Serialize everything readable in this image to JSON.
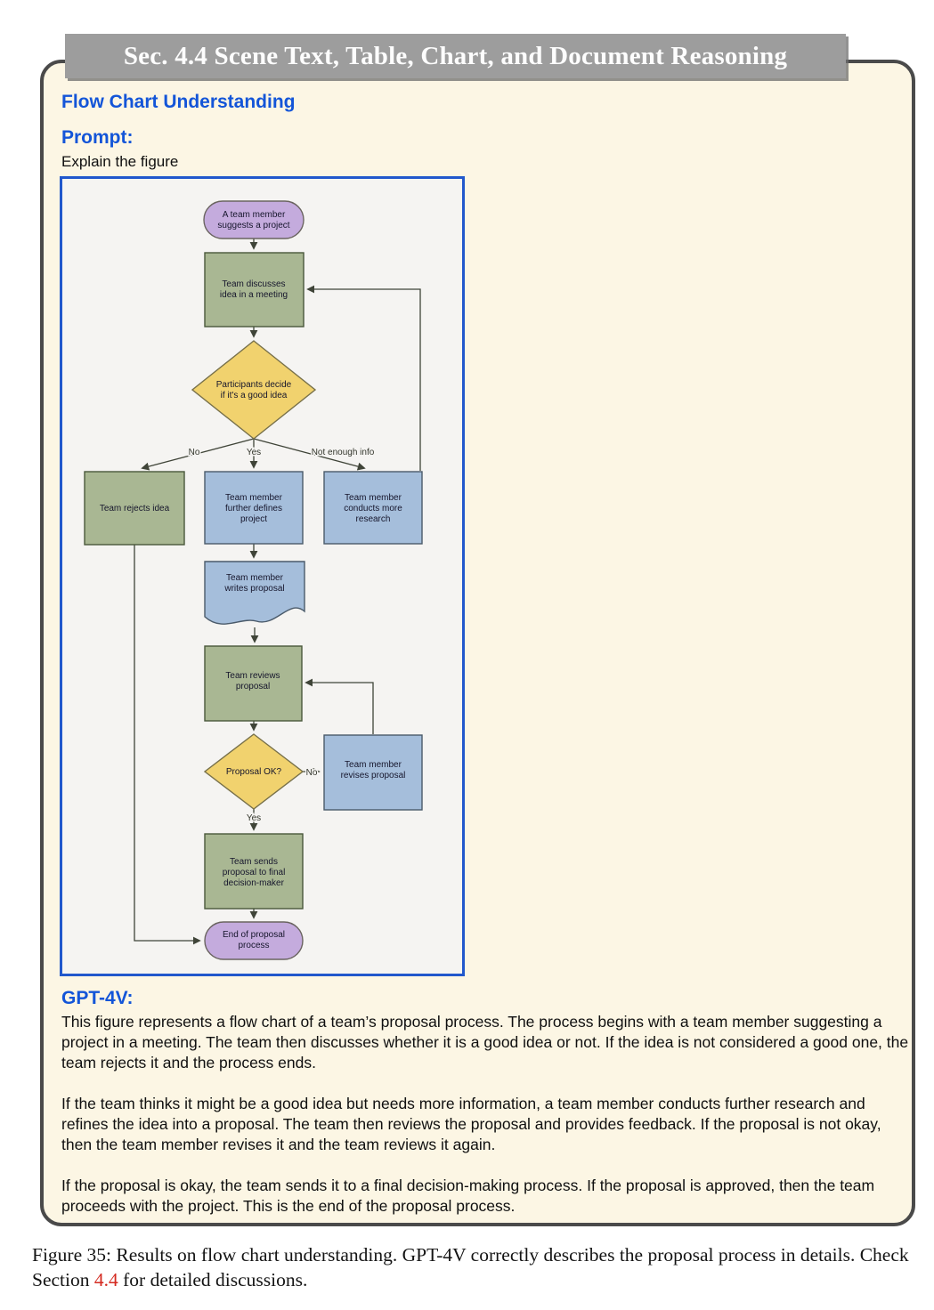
{
  "banner": {
    "title": "Sec. 4.4 Scene Text, Table, Chart, and Document Reasoning"
  },
  "panel": {
    "section_title": "Flow Chart Understanding",
    "prompt_label": "Prompt:",
    "prompt_text": "Explain the figure",
    "response_label": "GPT-4V:",
    "response_paragraphs": [
      "This figure represents a flow chart of a team’s proposal process. The process begins with a team member suggesting a project in a meeting. The team then discusses whether it is a good idea or not. If the idea is not considered a good one, the team rejects it and the process ends.",
      "If the team thinks it might be a good idea but needs more information, a team member conducts further research and refines the idea into a proposal. The team then reviews the proposal and provides feedback. If the proposal is not okay, then the team member revises it and the team reviews it again.",
      "If the proposal is okay, the team sends it to a final decision-making process. If the proposal is approved, then the team proceeds with the project. This is the end of the proposal process."
    ]
  },
  "figure_caption": {
    "part1": "Figure 35: Results on flow chart understanding. GPT-4V correctly describes the proposal process in details. Check Section ",
    "link": "4.4",
    "part2": " for detailed discussions."
  },
  "flowchart": {
    "nodes": {
      "start": {
        "type": "terminator",
        "lines": [
          "A team member",
          "suggests a project"
        ]
      },
      "discuss": {
        "type": "process",
        "lines": [
          "Team discusses",
          "idea in a meeting"
        ]
      },
      "decide": {
        "type": "decision",
        "lines": [
          "Participants decide",
          "if it's a good idea"
        ]
      },
      "reject": {
        "type": "process",
        "lines": [
          "Team rejects idea"
        ]
      },
      "define": {
        "type": "process",
        "lines": [
          "Team member",
          "further defines",
          "project"
        ]
      },
      "research": {
        "type": "process",
        "lines": [
          "Team member",
          "conducts more",
          "research"
        ]
      },
      "write": {
        "type": "document",
        "lines": [
          "Team member",
          "writes proposal"
        ]
      },
      "review": {
        "type": "process",
        "lines": [
          "Team reviews",
          "proposal"
        ]
      },
      "ok": {
        "type": "decision",
        "lines": [
          "Proposal OK?"
        ]
      },
      "revise": {
        "type": "process",
        "lines": [
          "Team member",
          "revises proposal"
        ]
      },
      "send": {
        "type": "process",
        "lines": [
          "Team sends",
          "proposal to final",
          "decision-maker"
        ]
      },
      "end": {
        "type": "terminator",
        "lines": [
          "End of proposal",
          "process"
        ]
      }
    },
    "edge_labels": {
      "no1": "No",
      "yes1": "Yes",
      "info": "Not enough info",
      "no2": "No",
      "yes2": "Yes"
    },
    "colors": {
      "terminator_fill": "#c4abdd",
      "process_green_fill": "#a9b793",
      "process_blue_fill": "#a5bedb",
      "decision_fill": "#f1d26e",
      "line": "#3f4438",
      "figure_border": "#2158cc",
      "figure_bg": "#f5f4f2"
    }
  },
  "theme": {
    "banner_bg": "#9d9d9d",
    "panel_bg": "#fcf6e4",
    "panel_border": "#4a4a4a",
    "heading_blue": "#1355d8",
    "link_red": "#d42a20"
  }
}
